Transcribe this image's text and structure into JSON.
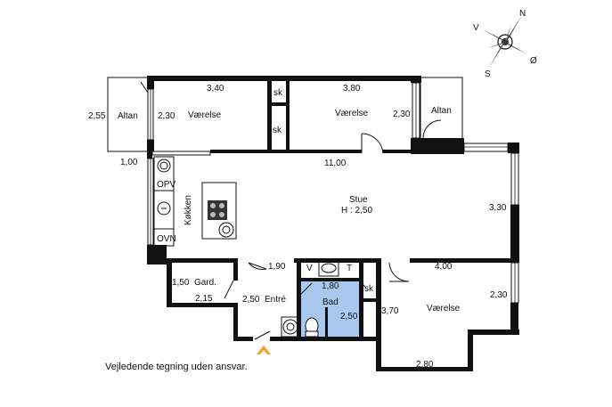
{
  "compass": {
    "n": "N",
    "v": "V",
    "s": "S",
    "o": "Ø"
  },
  "rooms": {
    "vaerelse1": "Værelse",
    "vaerelse2": "Værelse",
    "vaerelse3": "Værelse",
    "altan1": "Altan",
    "altan2": "Altan",
    "sk1": "sk",
    "sk2": "sk",
    "sk3": "sk",
    "stue": "Stue",
    "stue_h": "H : 2,50",
    "kokken": "Køkken",
    "gard": "Gard.",
    "entre": "Entré",
    "bad": "Bad",
    "opv": "OPV",
    "ovn": "OVN",
    "v": "V",
    "t": "T"
  },
  "dims": {
    "d_340": "3,40",
    "d_380": "3,80",
    "d_255": "2,55",
    "d_230a": "2,30",
    "d_230b": "2,30",
    "d_100": "1,00",
    "d_1100": "11,00",
    "d_330": "3,30",
    "d_190": "1,90",
    "d_150": "1,50",
    "d_215": "2,15",
    "d_250a": "2,50",
    "d_180": "1,80",
    "d_250b": "2,50",
    "d_400": "4,00",
    "d_230c": "2,30",
    "d_370": "3,70",
    "d_280": "2,80"
  },
  "footer": {
    "note": "Vejledende tegning uden ansvar."
  },
  "colors": {
    "wall": "#111111",
    "bath": "#a9c8f0",
    "entrance_arrow": "#f0a020",
    "background": "#ffffff"
  }
}
